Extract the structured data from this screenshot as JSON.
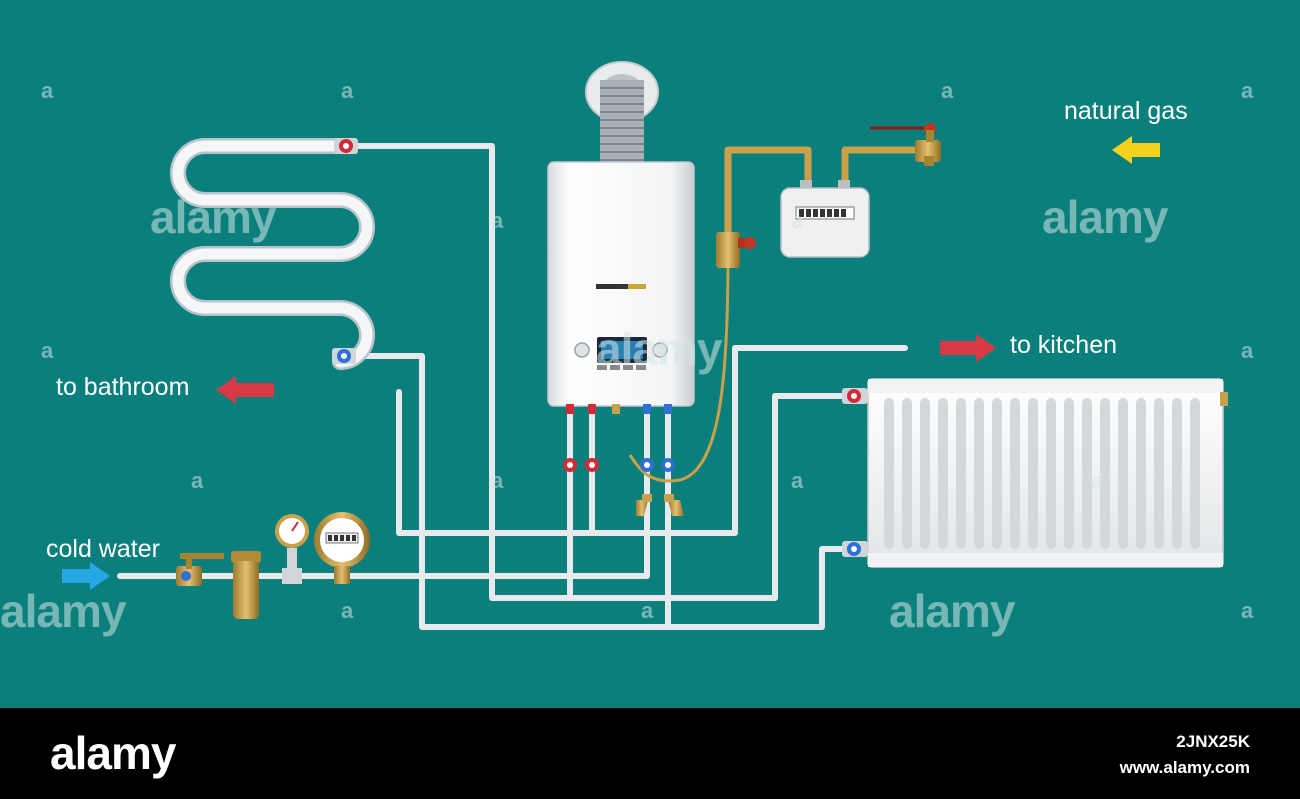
{
  "labels": {
    "natural_gas": "natural gas",
    "to_kitchen": "to kitchen",
    "to_bathroom": "to bathroom",
    "cold_water": "cold water"
  },
  "watermark": {
    "big": "alamy",
    "small": "a"
  },
  "footer": {
    "logo": "alamy",
    "image_id": "2JNX25K",
    "url": "www.alamy.com"
  },
  "colors": {
    "background": "#0b7f7c",
    "pipe": "#e6eaec",
    "gas_pipe": "#c9a14a",
    "arrow_hot": "#d73a45",
    "arrow_cold": "#27a7e4",
    "arrow_gas": "#f2d21c",
    "footer": "#000000"
  },
  "icons": [
    "boiler-icon",
    "gas-meter-icon",
    "water-meter-icon",
    "pressure-gauge-icon",
    "towel-rail-icon",
    "radiator-icon",
    "valve-icon",
    "water-filter-icon"
  ]
}
